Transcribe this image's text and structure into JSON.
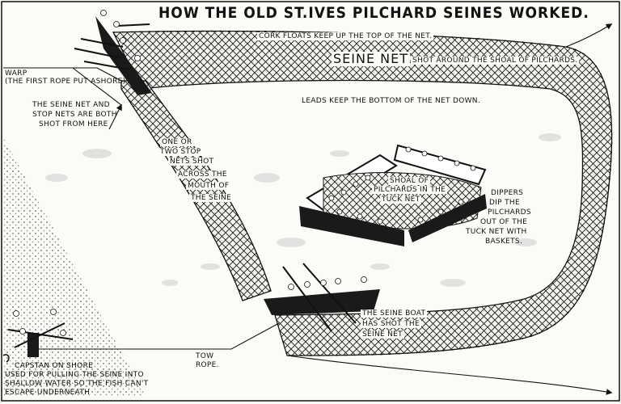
{
  "title": "HOW THE OLD ST.IVES PILCHARD SEINES WORKED.",
  "labels": {
    "cork_floats": "CORK FLOATS KEEP UP THE TOP OF THE NET.",
    "seine_net": "SEINE NET",
    "shot_around": "SHOT AROUND THE SHOAL OF PILCHARDS.",
    "warp_1": "WARP",
    "warp_2": "(THE FIRST ROPE PUT ASHORE)",
    "shot_from_1": "THE SEINE NET AND",
    "shot_from_2": "STOP NETS ARE BOTH",
    "shot_from_3": "SHOT  FROM HERE",
    "leads": "LEADS KEEP THE BOTTOM OF THE NET DOWN.",
    "stop_1": "ONE OR",
    "stop_2": "TWO STOP",
    "stop_3": "NETS SHOT",
    "stop_4": "ACROSS THE",
    "stop_5": "MOUTH OF",
    "stop_6": "THE SEINE",
    "shoal_1": "SHOAL OF",
    "shoal_2": "PILCHARDS IN THE",
    "shoal_3": "TUCK NET",
    "dippers_1": "DIPPERS",
    "dippers_2": "DIP THE",
    "dippers_3": "PILCHARDS",
    "dippers_4": "OUT OF THE",
    "dippers_5": "TUCK NET WITH",
    "dippers_6": "BASKETS.",
    "boat_1": "THE SEINE BOAT",
    "boat_2": "HAS SHOT THE",
    "boat_3": "SEINE NET",
    "tow_1": "TOW",
    "tow_2": "ROPE.",
    "capstan_1": "CAPSTAN ON SHORE",
    "capstan_2": "USED FOR PULLING THE SEINE INTO",
    "capstan_3": "SHALLOW WATER  SO THE FISH CAN'T",
    "capstan_4": "ESCAPE UNDERNEATH"
  }
}
